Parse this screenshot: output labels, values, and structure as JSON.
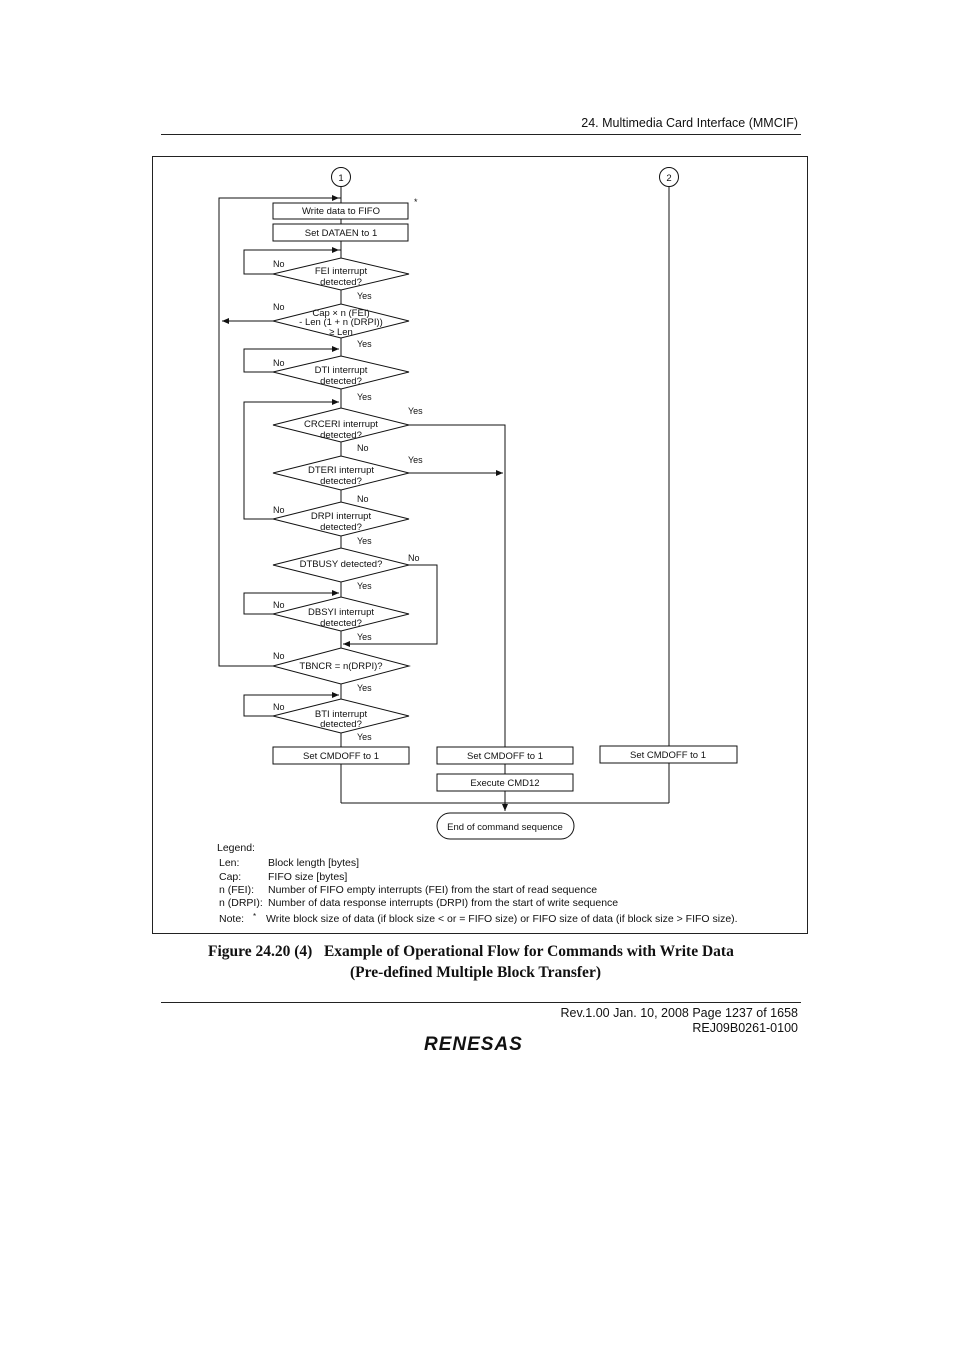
{
  "header": {
    "section": "24.   Multimedia Card Interface (MMCIF)"
  },
  "flow": {
    "connector1": "1",
    "connector2": "2",
    "asterisk": "*",
    "write_fifo": "Write data to FIFO",
    "set_dataen": "Set DATAEN to 1",
    "fei": [
      "FEI interrupt",
      "detected?"
    ],
    "cap": [
      "Cap × n (FEI)",
      "- Len (1 + n (DRPI))",
      "≥ Len"
    ],
    "dti": [
      "DTI interrupt",
      "detected?"
    ],
    "crceri": [
      "CRCERI interrupt",
      "detected?"
    ],
    "dteri": [
      "DTERI interrupt",
      "detected?"
    ],
    "drpi": [
      "DRPI interrupt",
      "detected?"
    ],
    "dtbusy": "DTBUSY detected?",
    "dbsyi": [
      "DBSYI interrupt",
      "detected?"
    ],
    "tbncr": "TBNCR = n(DRPI)?",
    "bti": [
      "BTI interrupt",
      "detected?"
    ],
    "set_cmdoff": "Set CMDOFF to 1",
    "execute_cmd12": "Execute CMD12",
    "end": "End of command sequence",
    "yes": "Yes",
    "no": "No"
  },
  "legend": {
    "title": "Legend:",
    "entries": [
      {
        "term": "Len:",
        "desc": "Block length [bytes]"
      },
      {
        "term": "Cap:",
        "desc": "FIFO size [bytes]"
      },
      {
        "term": "n (FEI):",
        "desc": "Number of FIFO empty interrupts (FEI) from the start of read sequence"
      },
      {
        "term": "n (DRPI):",
        "desc": "Number of data response interrupts (DRPI) from the start of write sequence"
      }
    ],
    "note_label": "Note:",
    "note_mark": "*",
    "note_text": "Write block size of data (if block size < or = FIFO size) or FIFO size of data (if block size > FIFO size)."
  },
  "caption": {
    "line1": "Figure 24.20 (4)   Example of Operational Flow for Commands with Write Data",
    "line2": "(Pre-defined Multiple Block Transfer)"
  },
  "footer": {
    "rev": "Rev.1.00  Jan. 10, 2008  Page 1237 of 1658",
    "code": "REJ09B0261-0100",
    "logo": "RENESAS"
  }
}
